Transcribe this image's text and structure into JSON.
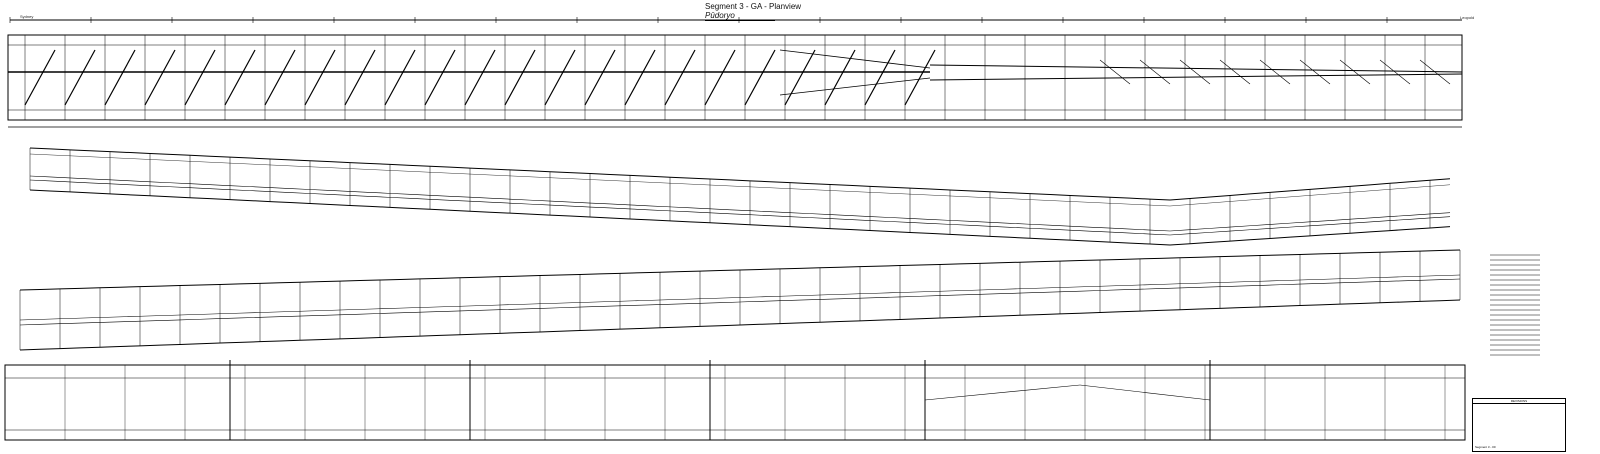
{
  "drawing": {
    "title": "Segment 3 - GA - Planview",
    "subtitle": "Pūdoryo",
    "left_marker": "Sydney",
    "right_marker": "Leopold",
    "title_block": {
      "header": "REVISIONS",
      "sheet": "Segment 3 - 00"
    }
  },
  "colors": {
    "line": "#000000",
    "background": "#ffffff"
  }
}
